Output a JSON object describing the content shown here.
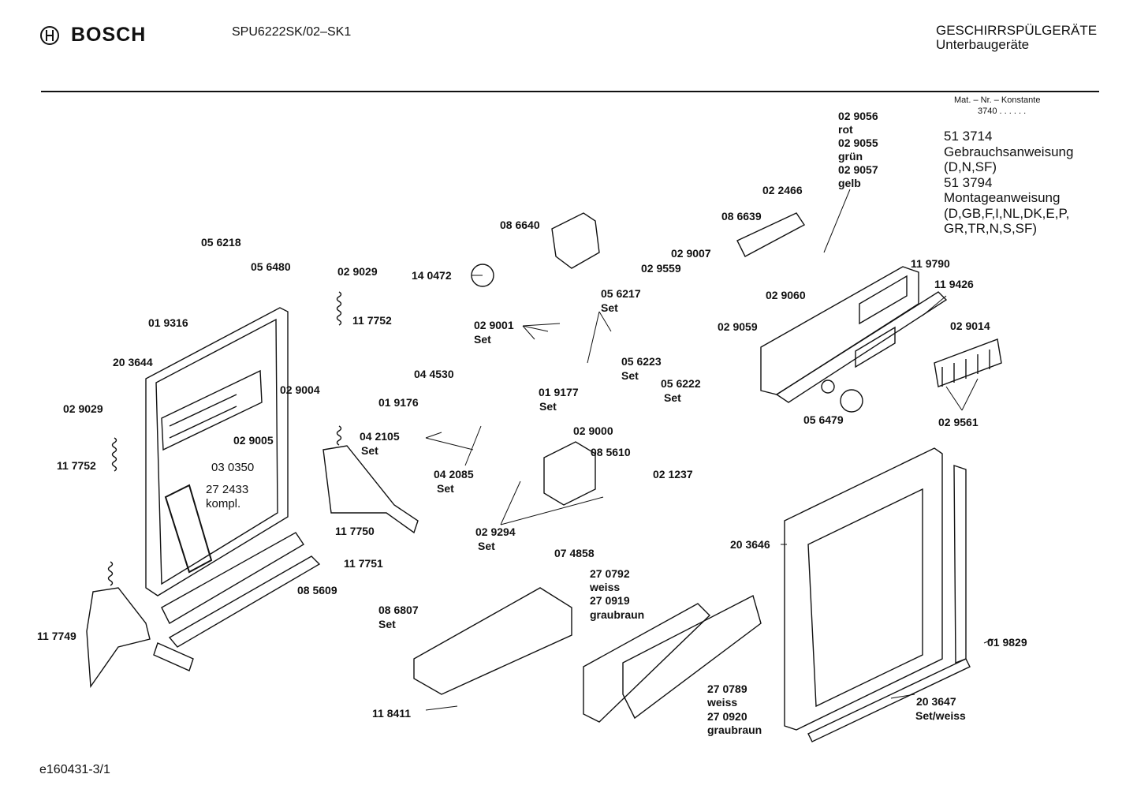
{
  "header": {
    "brand": "BOSCH",
    "model": "SPU6222SK/02–SK1",
    "category_line1": "GESCHIRRSPÜLGERÄTE",
    "category_line2": "Unterbaugeräte"
  },
  "matnr": {
    "label": "Mat. – Nr. – Konstante",
    "value": "3740 . . . . . ."
  },
  "documents": [
    "51 3714",
    "Gebrauchsanweisung",
    "(D,N,SF)",
    "51 3794",
    "Montageanweisung",
    "(D,GB,F,I,NL,DK,E,P,",
    "GR,TR,N,S,SF)"
  ],
  "footer": "e160431-3/1",
  "labels": [
    {
      "id": "l1",
      "text": "02 9056"
    },
    {
      "id": "l2",
      "text": "rot"
    },
    {
      "id": "l3",
      "text": "02 9055"
    },
    {
      "id": "l4",
      "text": "grün"
    },
    {
      "id": "l5",
      "text": "02 9057"
    },
    {
      "id": "l6",
      "text": "gelb"
    },
    {
      "id": "l7",
      "text": "02 2466"
    },
    {
      "id": "l8",
      "text": "08 6639"
    },
    {
      "id": "l9",
      "text": "08 6640"
    },
    {
      "id": "l10",
      "text": "02 9007"
    },
    {
      "id": "l11",
      "text": "02 9559"
    },
    {
      "id": "l12",
      "text": "14 0472"
    },
    {
      "id": "l13",
      "text": "11 9790"
    },
    {
      "id": "l14",
      "text": "11 9426"
    },
    {
      "id": "l15",
      "text": "02 9060"
    },
    {
      "id": "l16",
      "text": "05 6217"
    },
    {
      "id": "l17",
      "text": "Set"
    },
    {
      "id": "l18",
      "text": "02 9059"
    },
    {
      "id": "l19",
      "text": "02 9014"
    },
    {
      "id": "l20",
      "text": "02 9001"
    },
    {
      "id": "l21",
      "text": "Set"
    },
    {
      "id": "l22",
      "text": "05 6223"
    },
    {
      "id": "l23",
      "text": "Set"
    },
    {
      "id": "l24",
      "text": "05 6222"
    },
    {
      "id": "l25",
      "text": "Set"
    },
    {
      "id": "l26",
      "text": "05 6218"
    },
    {
      "id": "l27",
      "text": "05 6480"
    },
    {
      "id": "l28",
      "text": "02 9029"
    },
    {
      "id": "l29",
      "text": "11 7752"
    },
    {
      "id": "l30",
      "text": "01 9316"
    },
    {
      "id": "l31",
      "text": "20 3644"
    },
    {
      "id": "l32",
      "text": "02 9004"
    },
    {
      "id": "l33",
      "text": "02 9005"
    },
    {
      "id": "l34",
      "text": "03 0350"
    },
    {
      "id": "l35",
      "text": "27 2433"
    },
    {
      "id": "l36",
      "text": "kompl."
    },
    {
      "id": "l37",
      "text": "02 9029"
    },
    {
      "id": "l38",
      "text": "11 7752"
    },
    {
      "id": "l39",
      "text": "04 4530"
    },
    {
      "id": "l40",
      "text": "01 9176"
    },
    {
      "id": "l41",
      "text": "01 9177"
    },
    {
      "id": "l42",
      "text": "Set"
    },
    {
      "id": "l43",
      "text": "04 2105"
    },
    {
      "id": "l44",
      "text": "Set"
    },
    {
      "id": "l45",
      "text": "02 9000"
    },
    {
      "id": "l46",
      "text": "08 5610"
    },
    {
      "id": "l47",
      "text": "04 2085"
    },
    {
      "id": "l48",
      "text": "Set"
    },
    {
      "id": "l49",
      "text": "02 1237"
    },
    {
      "id": "l50",
      "text": "05 6479"
    },
    {
      "id": "l51",
      "text": "02 9561"
    },
    {
      "id": "l52",
      "text": "11 7750"
    },
    {
      "id": "l53",
      "text": "02 9294"
    },
    {
      "id": "l54",
      "text": "Set"
    },
    {
      "id": "l55",
      "text": "07 4858"
    },
    {
      "id": "l56",
      "text": "20 3646"
    },
    {
      "id": "l57",
      "text": "11 7751"
    },
    {
      "id": "l58",
      "text": "08 5609"
    },
    {
      "id": "l59",
      "text": "27 0792"
    },
    {
      "id": "l60",
      "text": "weiss"
    },
    {
      "id": "l61",
      "text": "27 0919"
    },
    {
      "id": "l62",
      "text": "graubraun"
    },
    {
      "id": "l63",
      "text": "08 6807"
    },
    {
      "id": "l64",
      "text": "Set"
    },
    {
      "id": "l65",
      "text": "11 7749"
    },
    {
      "id": "l66",
      "text": "01 9829"
    },
    {
      "id": "l67",
      "text": "20 3647"
    },
    {
      "id": "l68",
      "text": "Set/weiss"
    },
    {
      "id": "l69",
      "text": "27 0789"
    },
    {
      "id": "l70",
      "text": "weiss"
    },
    {
      "id": "l71",
      "text": "27 0920"
    },
    {
      "id": "l72",
      "text": "graubraun"
    },
    {
      "id": "l73",
      "text": "11 8411"
    }
  ]
}
